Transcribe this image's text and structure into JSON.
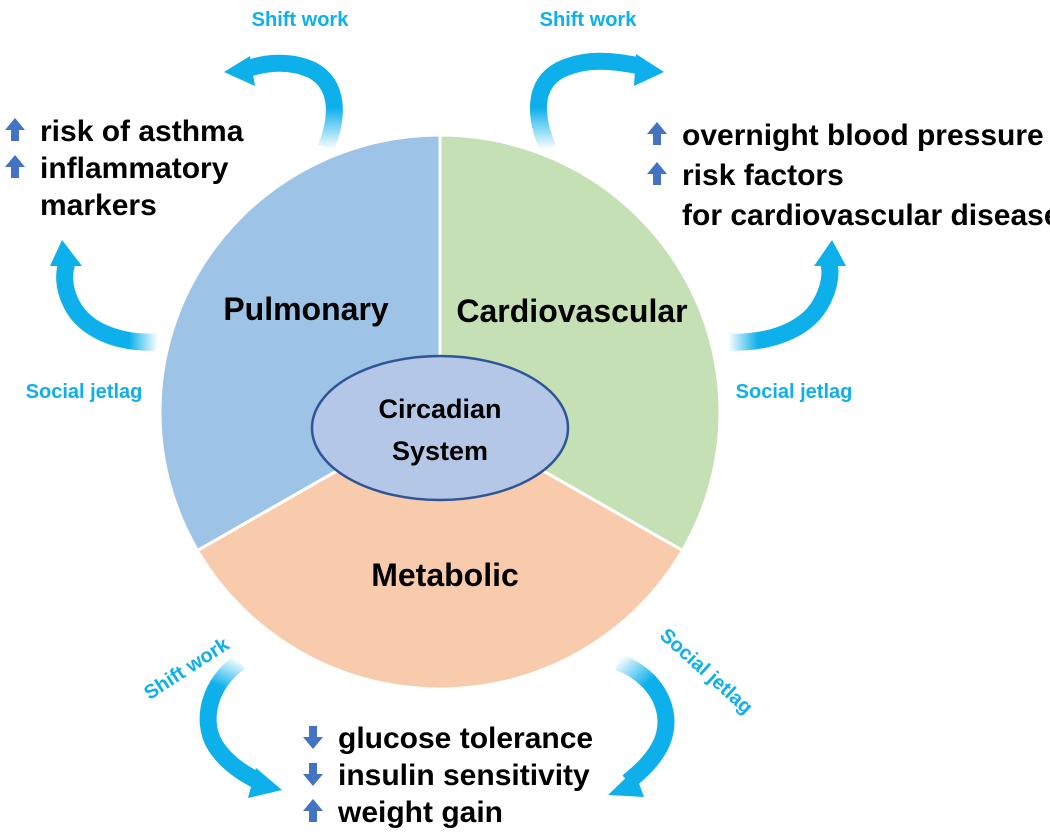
{
  "colors": {
    "pulmonary": "#9dc3e6",
    "cardiovascular": "#c5e0b4",
    "metabolic": "#f8cbad",
    "center_fill": "#b4c7e7",
    "center_stroke": "#2f5597",
    "arrow": "#0eb0eb",
    "factor_text": "#0eb0eb",
    "up_down_arrow": "#4472c4"
  },
  "sectors": {
    "pulmonary": "Pulmonary",
    "cardiovascular": "Cardiovascular",
    "metabolic": "Metabolic"
  },
  "center": {
    "line1": "Circadian",
    "line2": "System"
  },
  "factors": {
    "top_left": "Shift work",
    "top_right": "Shift work",
    "left": "Social jetlag",
    "right": "Social jetlag",
    "bottom_left": "Shift work",
    "bottom_right": "Social jetlag"
  },
  "effects": {
    "pulmonary": [
      {
        "direction": "up",
        "text": "risk of asthma"
      },
      {
        "direction": "up",
        "text": "inflammatory"
      },
      {
        "direction": "none",
        "text": "markers"
      }
    ],
    "cardiovascular": [
      {
        "direction": "up",
        "text": "overnight blood pressure"
      },
      {
        "direction": "up",
        "text": "risk factors"
      },
      {
        "direction": "none",
        "text": "for cardiovascular disease"
      }
    ],
    "metabolic": [
      {
        "direction": "down",
        "text": "glucose tolerance"
      },
      {
        "direction": "down",
        "text": "insulin sensitivity"
      },
      {
        "direction": "up",
        "text": "weight gain"
      }
    ]
  },
  "icons": {
    "up": "up-arrow-icon",
    "down": "down-arrow-icon",
    "curved": "curved-arrow-icon"
  }
}
